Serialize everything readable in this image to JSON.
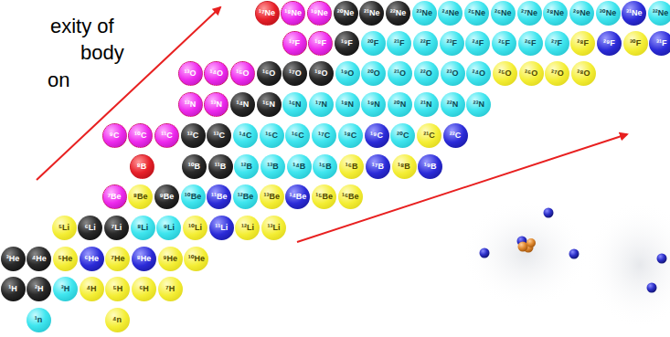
{
  "diagram": {
    "nodes": [
      {
        "text": [
          "¹⁷Ne"
        ]
      },
      {
        "text": [
          "¹⁸Ne"
        ]
      },
      {
        "text": [
          "¹⁹Ne"
        ]
      },
      {
        "text": [
          "²⁰Ne"
        ]
      },
      {
        "text": [
          "²¹Ne"
        ]
      },
      {
        "text": [
          "²²Ne"
        ]
      },
      {
        "text": [
          "²³Ne"
        ]
      },
      {
        "text": [
          "²⁴Ne"
        ]
      },
      {
        "text": [
          "²⁵Ne"
        ]
      },
      {
        "text": [
          "²⁶Ne"
        ]
      },
      {
        "text": [
          "²⁷Ne"
        ]
      },
      {
        "text": [
          "²⁸Ne"
        ]
      },
      {
        "text": [
          "²⁹Ne"
        ]
      },
      {
        "text": [
          "³⁰Ne"
        ]
      },
      {
        "text": [
          "³¹Ne"
        ]
      },
      {
        "text": [
          "³²Ne"
        ]
      },
      {
        "text": [
          "¹⁷F"
        ]
      },
      {
        "text": [
          "¹⁸F"
        ]
      },
      {
        "text": [
          "¹⁹F"
        ]
      },
      {
        "text": [
          "²⁰F"
        ]
      },
      {
        "text": [
          "²¹F"
        ]
      },
      {
        "text": [
          "²²F"
        ]
      },
      {
        "text": [
          "²³F"
        ]
      },
      {
        "text": [
          "²⁴F"
        ]
      },
      {
        "text": [
          "²⁵F"
        ]
      },
      {
        "text": [
          "²⁶F"
        ]
      },
      {
        "text": [
          "²⁷F"
        ]
      },
      {
        "text": [
          "²⁸F"
        ]
      },
      {
        "text": [
          "²⁹F"
        ]
      },
      {
        "text": [
          "³⁰F"
        ]
      },
      {
        "text": [
          "³¹F"
        ]
      },
      {
        "text": [
          "¹³O"
        ]
      },
      {
        "text": [
          "¹⁴O"
        ]
      },
      {
        "text": [
          "¹⁵O"
        ]
      },
      {
        "text": [
          "¹⁶O"
        ]
      },
      {
        "text": [
          "¹⁷O"
        ]
      },
      {
        "text": [
          "¹⁸O"
        ]
      },
      {
        "text": [
          "¹⁹O"
        ]
      },
      {
        "text": [
          "²⁰O"
        ]
      },
      {
        "text": [
          "²¹O"
        ]
      },
      {
        "text": [
          "²²O"
        ]
      },
      {
        "text": [
          "²³O"
        ]
      },
      {
        "text": [
          "²⁴O"
        ]
      },
      {
        "text": [
          "²⁵O"
        ]
      },
      {
        "text": [
          "²⁶O"
        ]
      },
      {
        "text": [
          "²⁷O"
        ]
      },
      {
        "text": [
          "²⁸O"
        ]
      },
      {
        "text": [
          "¹²N"
        ]
      },
      {
        "text": [
          "¹³N"
        ]
      },
      {
        "text": [
          "¹⁴N"
        ]
      },
      {
        "text": [
          "¹⁵N"
        ]
      },
      {
        "text": [
          "¹⁶N"
        ]
      },
      {
        "text": [
          "¹⁷N"
        ]
      },
      {
        "text": [
          "¹⁸N"
        ]
      },
      {
        "text": [
          "¹⁹N"
        ]
      },
      {
        "text": [
          "²⁰N"
        ]
      },
      {
        "text": [
          "²¹N"
        ]
      },
      {
        "text": [
          "²²N"
        ]
      },
      {
        "text": [
          "²³N"
        ]
      },
      {
        "text": [
          "⁹C"
        ]
      },
      {
        "text": [
          "¹⁰C"
        ]
      },
      {
        "text": [
          "¹¹C"
        ]
      },
      {
        "text": [
          "¹²C"
        ]
      },
      {
        "text": [
          "¹³C"
        ]
      },
      {
        "text": [
          "¹⁴C"
        ]
      },
      {
        "text": [
          "¹⁵C"
        ]
      },
      {
        "text": [
          "¹⁶C"
        ]
      },
      {
        "text": [
          "¹⁷C"
        ]
      },
      {
        "text": [
          "¹⁸C"
        ]
      },
      {
        "text": [
          "¹⁹C"
        ]
      },
      {
        "text": [
          "²⁰C"
        ]
      },
      {
        "text": [
          "²¹C"
        ]
      },
      {
        "text": [
          "²²C"
        ]
      },
      {
        "text": [
          "⁸B"
        ]
      },
      {
        "text": [
          "¹⁰B"
        ]
      },
      {
        "text": [
          "¹¹B"
        ]
      },
      {
        "text": [
          "¹²B"
        ]
      },
      {
        "text": [
          "¹³B"
        ]
      },
      {
        "text": [
          "¹⁴B"
        ]
      },
      {
        "text": [
          "¹⁵B"
        ]
      },
      {
        "text": [
          "¹⁶B"
        ]
      },
      {
        "text": [
          "¹⁷B"
        ]
      },
      {
        "text": [
          "¹⁸B"
        ]
      },
      {
        "text": [
          "¹⁹B"
        ]
      },
      {
        "text": [
          "⁷Be"
        ]
      },
      {
        "text": [
          "⁸Be"
        ]
      },
      {
        "text": [
          "⁹Be"
        ]
      },
      {
        "text": [
          "¹⁰Be"
        ]
      },
      {
        "text": [
          "¹¹Be"
        ]
      },
      {
        "text": [
          "¹²Be"
        ]
      },
      {
        "text": [
          "¹³Be"
        ]
      },
      {
        "text": [
          "¹⁴Be"
        ]
      },
      {
        "text": [
          "¹⁵Be"
        ]
      },
      {
        "text": [
          "¹⁶Be"
        ]
      },
      {
        "text": [
          "⁵Li"
        ]
      },
      {
        "text": [
          "⁶Li"
        ]
      },
      {
        "text": [
          "⁷Li"
        ]
      },
      {
        "text": [
          "⁸Li"
        ]
      },
      {
        "text": [
          "⁹Li"
        ]
      },
      {
        "text": [
          "¹⁰Li"
        ]
      },
      {
        "text": [
          "¹¹Li"
        ]
      },
      {
        "text": [
          "¹²Li"
        ]
      },
      {
        "text": [
          "¹³Li"
        ]
      },
      {
        "text": [
          "³He"
        ]
      },
      {
        "text": [
          "⁴He"
        ]
      },
      {
        "text": [
          "⁵He"
        ]
      },
      {
        "text": [
          "⁶He"
        ]
      },
      {
        "text": [
          "⁷He"
        ]
      },
      {
        "text": [
          "⁸He"
        ]
      },
      {
        "text": [
          "⁹He"
        ]
      },
      {
        "text": [
          "¹⁰He"
        ]
      },
      {
        "text": [
          "¹H"
        ]
      },
      {
        "text": [
          "²H"
        ]
      },
      {
        "text": [
          "³H"
        ]
      },
      {
        "text": [
          "⁴H"
        ]
      },
      {
        "text": [
          "⁵H"
        ]
      },
      {
        "text": [
          "⁶H"
        ]
      },
      {
        "text": [
          "⁷H"
        ]
      },
      {
        "text": [
          "¹n"
        ]
      },
      {
        "text": [
          "⁴n"
        ]
      }
    ],
    "labels": [
      "exity of",
      "body",
      "on"
    ]
  }
}
